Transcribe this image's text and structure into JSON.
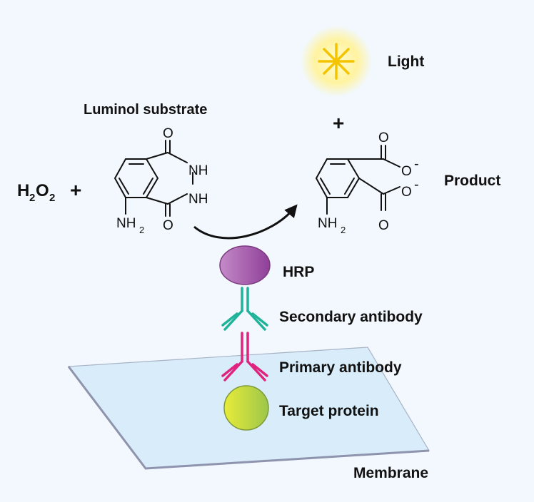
{
  "labels": {
    "light": "Light",
    "plus_top": "+",
    "luminol": "Luminol substrate",
    "h2o2_h": "H",
    "h2o2_sub1": "2",
    "h2o2_o": "O",
    "h2o2_sub2": "2",
    "plus_left": "+",
    "product": "Product",
    "hrp": "HRP",
    "secondary": "Secondary antibody",
    "primary": "Primary antibody",
    "target": "Target protein",
    "membrane": "Membrane"
  },
  "atoms": {
    "o": "O",
    "nh": "NH",
    "nh2": "NH",
    "sub2": "2",
    "minus": "-"
  },
  "colors": {
    "background": "#f2f8fd",
    "light_core": "#f5c400",
    "light_glow": "#fff6a8",
    "hrp_fill": "#a055a8",
    "secondary_antibody": "#1fb39a",
    "primary_antibody": "#e0237e",
    "target_protein": "#c9d92a",
    "membrane_fill": "#d6ebfa",
    "membrane_edge": "#9aa0b8"
  }
}
